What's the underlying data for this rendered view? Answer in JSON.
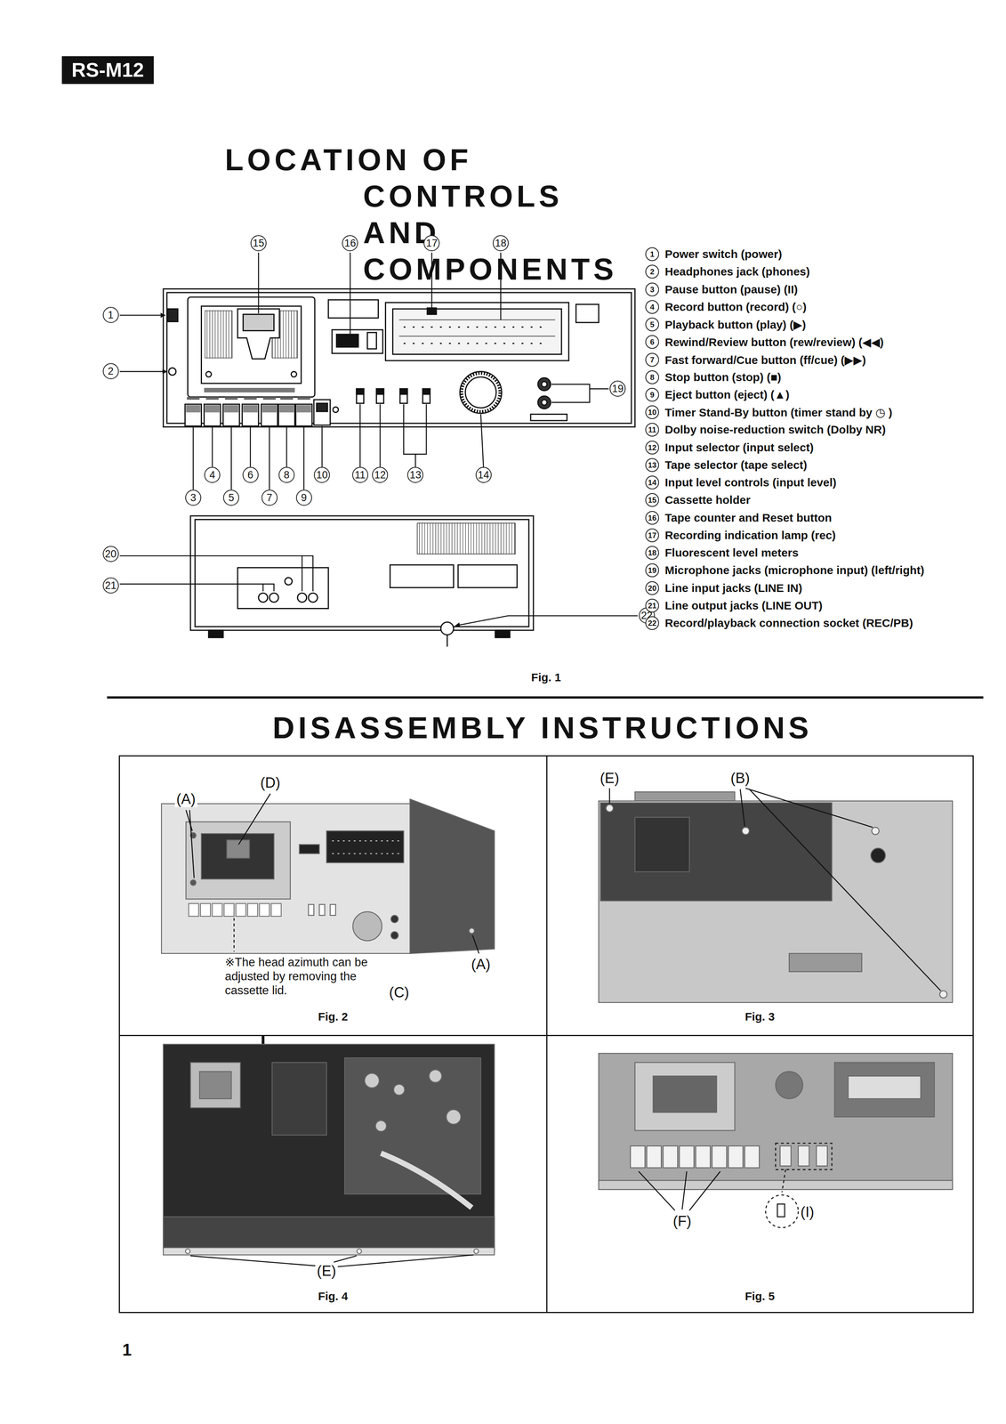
{
  "diagram": {
    "title": "LOCATION OF CONTROLS AND COMPONENTS",
    "nodes": [
      {
        "text": [
          "RS-M12"
        ]
      },
      {
        "text": [
          "Fig. 2"
        ]
      },
      {
        "text": [
          "Fig. 3"
        ]
      },
      {
        "text": [
          "Fig. 4"
        ]
      },
      {
        "text": [
          "Fig. 5"
        ]
      }
    ],
    "labels": [
      "15",
      "16",
      "17",
      "18",
      "1",
      "2",
      "19",
      "4",
      "6",
      "8",
      "10",
      "11",
      "12",
      "13",
      "14",
      "3",
      "5",
      "7",
      "9",
      "20",
      "21",
      "22",
      "1",
      "Power switch (power)",
      "2",
      "Headphones jack (phones)",
      "3",
      "Pause button (pause) (II)",
      "4",
      "Record button (record) (○)",
      "5",
      "Playback button (play) (▶)",
      "6",
      "Rewind/Review button (rew/review) (◀◀)",
      "7",
      "Fast forward/Cue button (ff/cue) (▶▶)",
      "8",
      "Stop button (stop) (■)",
      "9",
      "Eject button (eject) (▲)",
      "10",
      "Timer Stand-By button (timer stand by ◷ )",
      "11",
      "Dolby noise-reduction switch (Dolby NR)",
      "12",
      "Input selector (input select)",
      "13",
      "Tape selector (tape select)",
      "14",
      "Input level controls (input level)",
      "15",
      "Cassette holder",
      "16",
      "Tape counter and Reset button",
      "17",
      "Recording indication lamp (rec)",
      "18",
      "Fluorescent level meters",
      "19",
      "Microphone jacks (microphone input) (left/right)",
      "20",
      "Line input jacks (LINE IN)",
      "21",
      "Line output jacks (LINE OUT)",
      "22",
      "Record/playback connection socket (REC/PB)",
      "Fig. 1",
      "DISASSEMBLY INSTRUCTIONS",
      "(A)",
      "(D)",
      "※The head azimuth can be adjusted by removing the cassette lid.",
      "(C)",
      "(A)",
      "(E)",
      "(B)",
      "(E)",
      "(F)",
      "(I)",
      "1"
    ]
  }
}
